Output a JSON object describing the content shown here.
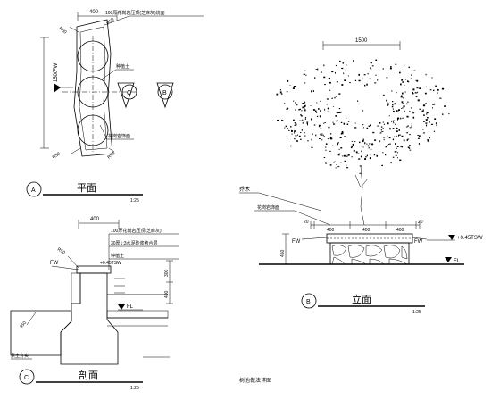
{
  "plan": {
    "title": "平面",
    "scale_note": "1:25",
    "marker_label": "A",
    "dim_top": "400",
    "dim_side": "1500",
    "leader_top": "100厚花岗岩压顶(芝麻灰)烧面",
    "leader_mid": "种植土",
    "leader_low": "花岗岩饰面",
    "corner_labels": [
      "R50",
      "R50",
      "R50",
      "R50"
    ],
    "fw_label": "FW",
    "section_mark_1": "C",
    "section_mark_2": "B"
  },
  "section": {
    "title": "剖面",
    "scale_note": "1:25",
    "marker_label": "C",
    "dim_top": "400",
    "r_label": "R50",
    "fw_label": "FW",
    "level_note": "+0.45TSW",
    "fl_label": "FL",
    "leader_1": "100厚花岗岩压顶(芝麻灰)",
    "leader_2": "30厚1:3水泥砂浆结合层",
    "leader_3": "种植土",
    "leader_4": "素土夯实",
    "dim_right": [
      "300",
      "400"
    ],
    "dim_left": "450"
  },
  "elevation": {
    "title": "立面",
    "scale_note": "1:25",
    "marker_label": "B",
    "dim_top": "1500",
    "dims_bottom": [
      "20",
      "400",
      "400",
      "400",
      "20"
    ],
    "fw_label": "FW",
    "level_note": "+0.45TSW",
    "fl_label": "FL",
    "leader_1": "乔木",
    "leader_2": "花岗岩饰面",
    "dim_left": "450"
  },
  "drawing_title": "树池做法详图"
}
